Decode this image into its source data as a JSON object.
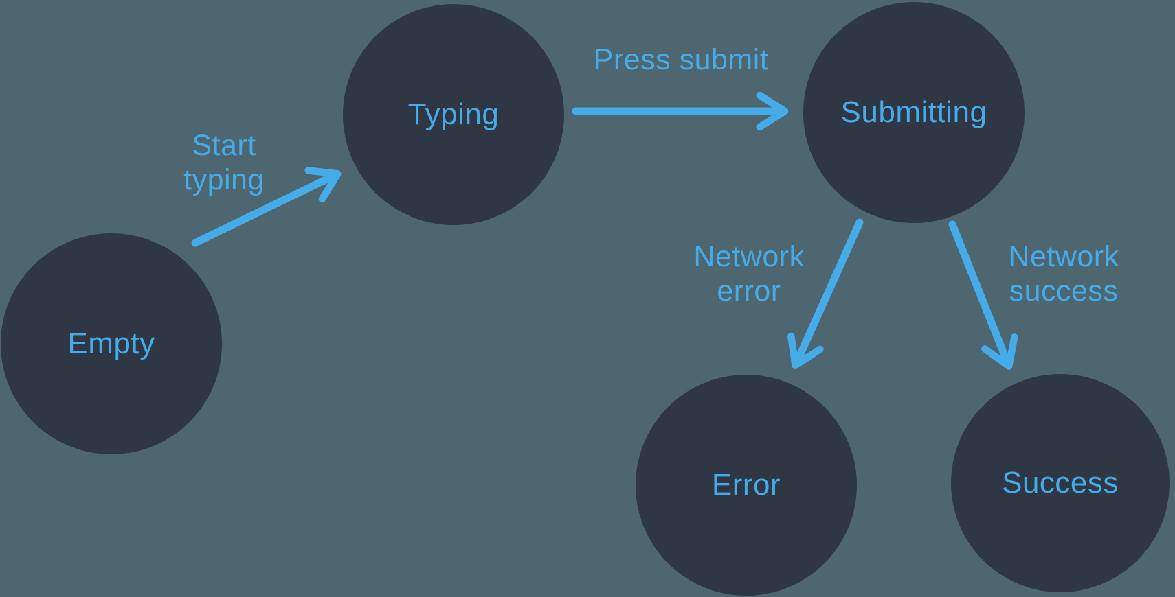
{
  "diagram": {
    "title": "form submission state machine",
    "colors": {
      "background": "#4d6670",
      "node_fill": "#2e3743",
      "accent_blue": "#45abe9"
    },
    "nodes": [
      {
        "id": "empty",
        "label": "Empty"
      },
      {
        "id": "typing",
        "label": "Typing"
      },
      {
        "id": "submitting",
        "label": "Submitting"
      },
      {
        "id": "error",
        "label": "Error"
      },
      {
        "id": "success",
        "label": "Success"
      }
    ],
    "edges": [
      {
        "from": "empty",
        "to": "typing",
        "label": "Start typing"
      },
      {
        "from": "typing",
        "to": "submitting",
        "label": "Press submit"
      },
      {
        "from": "submitting",
        "to": "error",
        "label": "Network error"
      },
      {
        "from": "submitting",
        "to": "success",
        "label": "Network success"
      }
    ]
  }
}
